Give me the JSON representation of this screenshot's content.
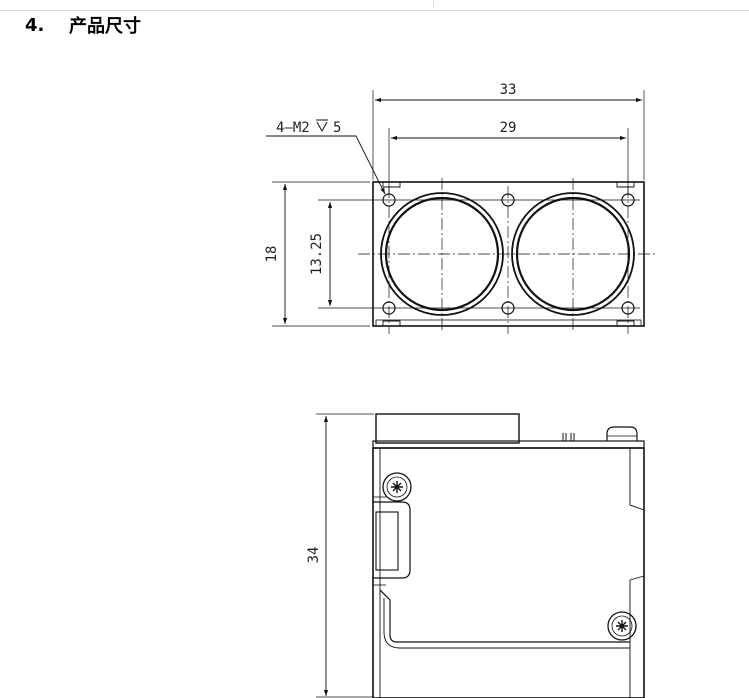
{
  "section": {
    "number": "4.",
    "title": "产品尺寸"
  },
  "top_view": {
    "overall_width": "33",
    "hole_spacing_horizontal": "29",
    "hole_callout": "4—M2",
    "hole_depth": "5",
    "overall_height": "18",
    "hole_spacing_vertical": "13.25"
  },
  "side_view": {
    "overall_height": "34"
  }
}
